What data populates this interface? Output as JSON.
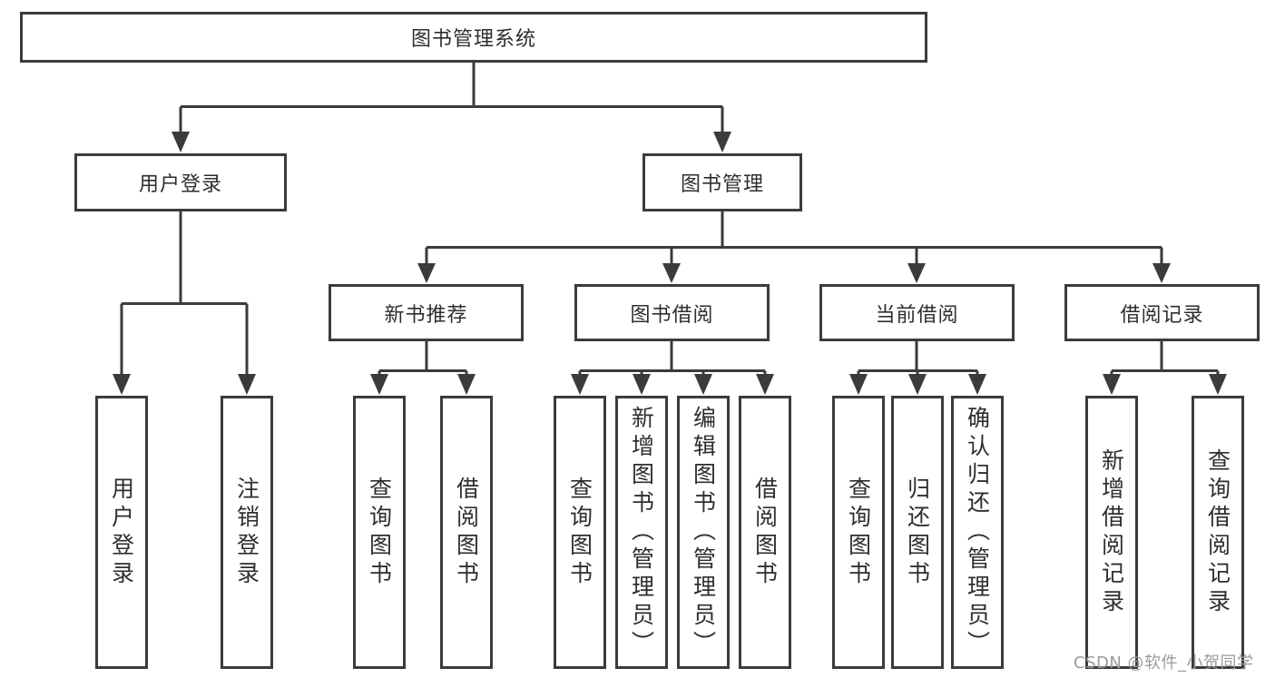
{
  "tree": {
    "label": "图书管理系统",
    "children": [
      {
        "label": "用户登录",
        "children": [
          {
            "label": "用户登录"
          },
          {
            "label": "注销登录"
          }
        ]
      },
      {
        "label": "图书管理",
        "children": [
          {
            "label": "新书推荐",
            "children": [
              {
                "label": "查询图书"
              },
              {
                "label": "借阅图书"
              }
            ]
          },
          {
            "label": "图书借阅",
            "children": [
              {
                "label": "查询图书"
              },
              {
                "label": "新增图书（管理员）"
              },
              {
                "label": "编辑图书（管理员）"
              },
              {
                "label": "借阅图书"
              }
            ]
          },
          {
            "label": "当前借阅",
            "children": [
              {
                "label": "查询图书"
              },
              {
                "label": "归还图书"
              },
              {
                "label": "确认归还（管理员）"
              }
            ]
          },
          {
            "label": "借阅记录",
            "children": [
              {
                "label": "新增借阅记录"
              },
              {
                "label": "查询借阅记录"
              }
            ]
          }
        ]
      }
    ]
  },
  "watermark": {
    "text": "CSDN @软件_小贺同学"
  },
  "colors": {
    "line": "#3b3b3b",
    "text": "#2e2e2e",
    "watermark": "#9b9b9b",
    "background": "#ffffff"
  }
}
